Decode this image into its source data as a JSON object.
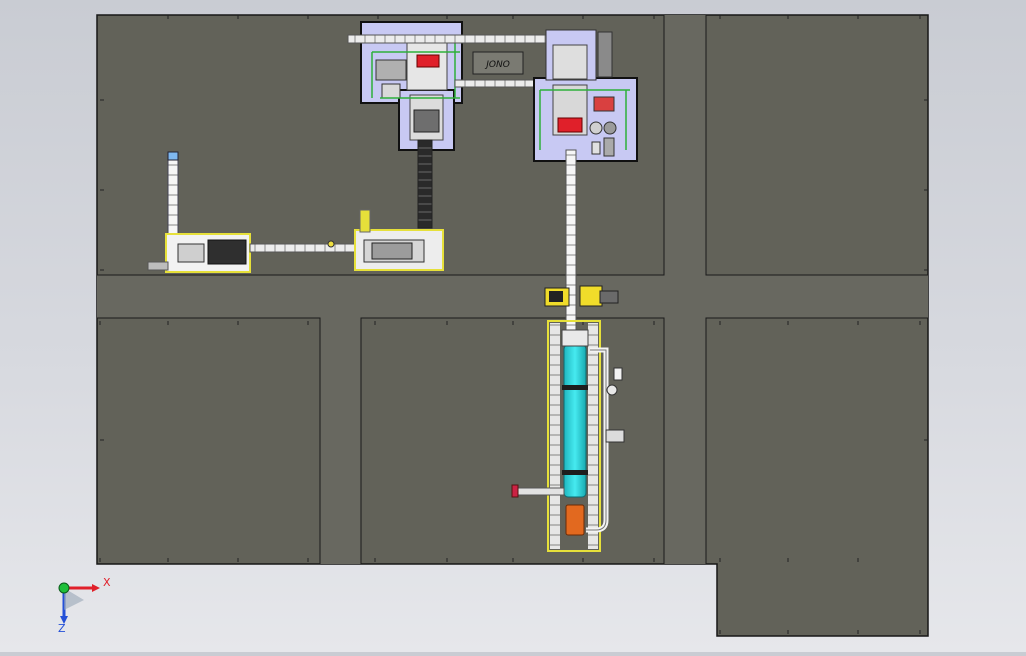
{
  "app": {
    "title": ""
  },
  "colors": {
    "background_top": "#c9ccd3",
    "background_bottom": "#e6e7eb",
    "floor": "#5f5f58",
    "floor_edge": "#1a1a1a",
    "equipment_zone": "#c7c8f2",
    "equipment_outline": "#101010",
    "conveyor": "#e8e8e8",
    "kiln_body": "#27d6dc",
    "kiln_hood": "#e2691f",
    "safety_yellow": "#f2ef4a",
    "red_unit": "#e0202a",
    "axis_x": "#e0202a",
    "axis_y": "#1fbf3a",
    "axis_z": "#2450d8"
  },
  "scene": {
    "label_plate": "JONO",
    "triad": {
      "x_label": "X",
      "z_label": "Z"
    }
  }
}
